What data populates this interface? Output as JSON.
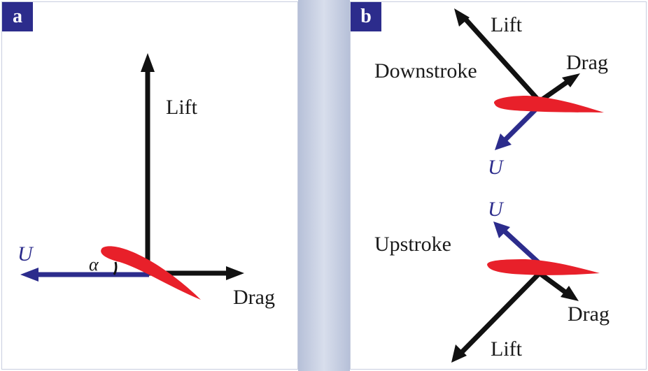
{
  "panels": {
    "a": {
      "badge": "a",
      "labels": {
        "lift": "Lift",
        "drag": "Drag",
        "velocity": "U",
        "angle": "α"
      }
    },
    "b": {
      "badge": "b",
      "downstroke": {
        "title": "Downstroke",
        "lift": "Lift",
        "drag": "Drag",
        "velocity": "U"
      },
      "upstroke": {
        "title": "Upstroke",
        "lift": "Lift",
        "drag": "Drag",
        "velocity": "U"
      }
    }
  },
  "colors": {
    "badge_background": "#2c2c8c",
    "airfoil": "#e8202a",
    "velocity_vector": "#2c2c8c",
    "force_vector": "#111111"
  }
}
